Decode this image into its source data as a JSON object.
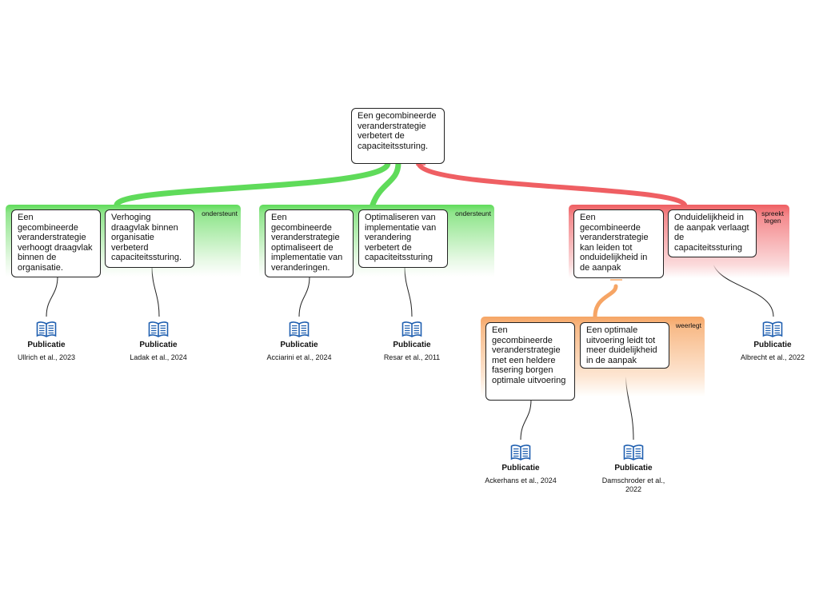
{
  "root": {
    "text": "Een gecombineerde veranderstrategie verbetert de capaciteitssturing."
  },
  "groups": [
    {
      "label": "ondersteunt"
    },
    {
      "label": "ondersteunt"
    },
    {
      "label": "spreekt tegen"
    },
    {
      "label": "weerlegt"
    }
  ],
  "claims": [
    {
      "text": "Een gecombineerde veranderstrategie verhoogt draagvlak binnen de organisatie."
    },
    {
      "text": "Verhoging draagvlak binnen organisatie verbeterd capaciteitssturing."
    },
    {
      "text": "Een gecombineerde veranderstrategie optimaliseert de implementatie van veranderingen."
    },
    {
      "text": "Optimaliseren van implementatie van verandering verbetert de capaciteitssturing"
    },
    {
      "text": "Een gecombineerde veranderstrategie kan leiden tot onduidelijkheid in de aanpak"
    },
    {
      "text": "Onduidelijkheid in de aanpak verlaagt de capaciteitssturing"
    },
    {
      "text": "Een gecombineerde veranderstrategie met een heldere fasering borgen optimale uitvoering"
    },
    {
      "text": "Een optimale uitvoering leidt tot meer duidelijkheid in de aanpak"
    }
  ],
  "publications": [
    {
      "title": "Publicatie",
      "citation": "Ullrich et al., 2023"
    },
    {
      "title": "Publicatie",
      "citation": "Ladak et al., 2024"
    },
    {
      "title": "Publicatie",
      "citation": "Acciarini et al., 2024"
    },
    {
      "title": "Publicatie",
      "citation": "Resar et al., 2011"
    },
    {
      "title": "Publicatie",
      "citation": "Albrecht et al., 2022"
    },
    {
      "title": "Publicatie",
      "citation": "Ackerhans et al., 2024"
    },
    {
      "title": "Publicatie",
      "citation": "Damschroder et al., 2022"
    }
  ],
  "colors": {
    "support": "#5fdb5a",
    "oppose": "#ef5f63",
    "rebut": "#f6a565",
    "icon": "#1f5fb0"
  },
  "icons": {
    "publication": "open-book-icon"
  }
}
